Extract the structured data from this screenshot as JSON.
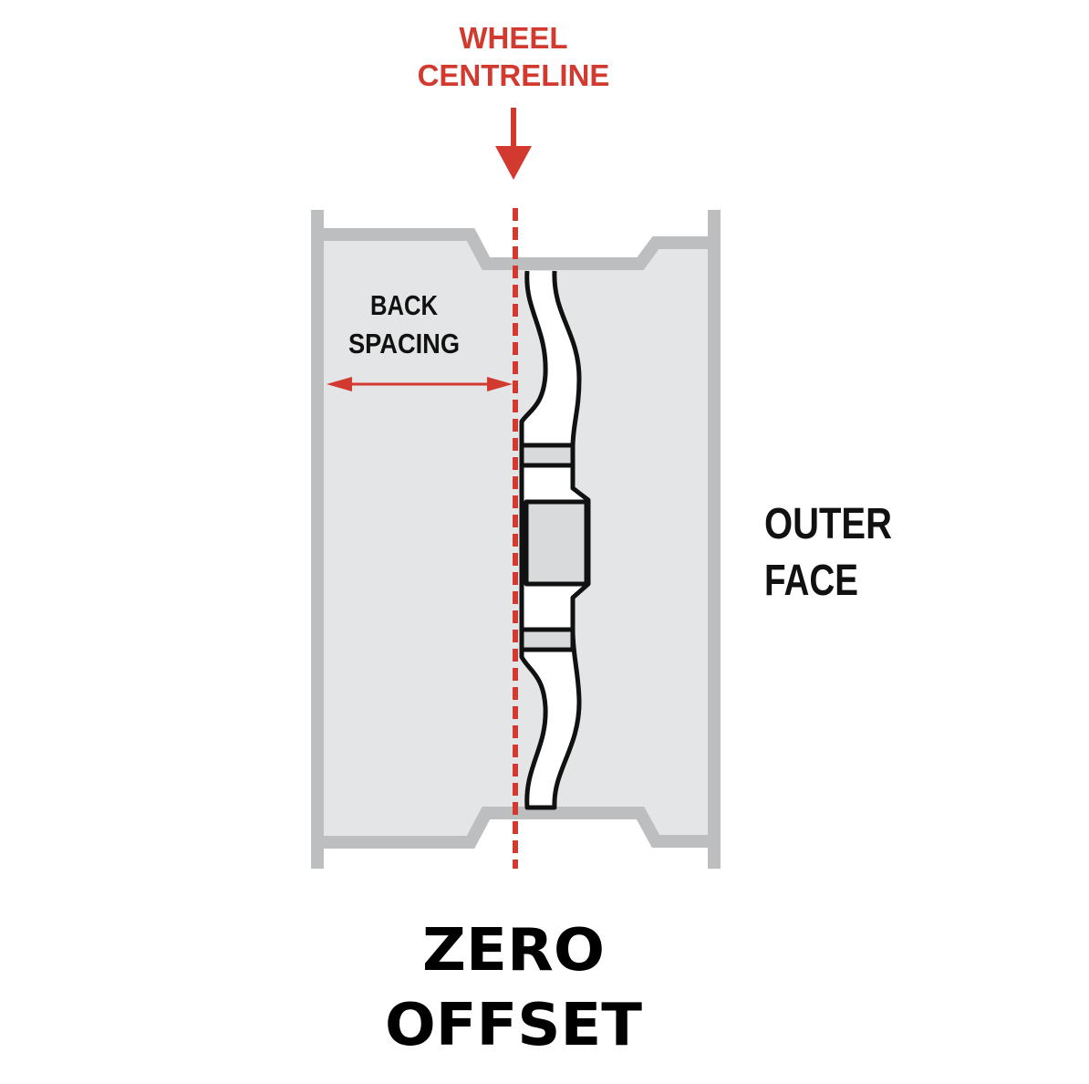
{
  "title_lines": [
    "WHEEL",
    "CENTRELINE"
  ],
  "back_spacing_lines": [
    "BACK",
    "SPACING"
  ],
  "outer_face_lines": [
    "OUTER",
    "FACE"
  ],
  "caption_lines": [
    "ZERO",
    "OFFSET"
  ],
  "colors": {
    "accent": "#d23a30",
    "rim": "#bdbec0",
    "barrel": "#e4e5e7",
    "outline": "#111111"
  }
}
